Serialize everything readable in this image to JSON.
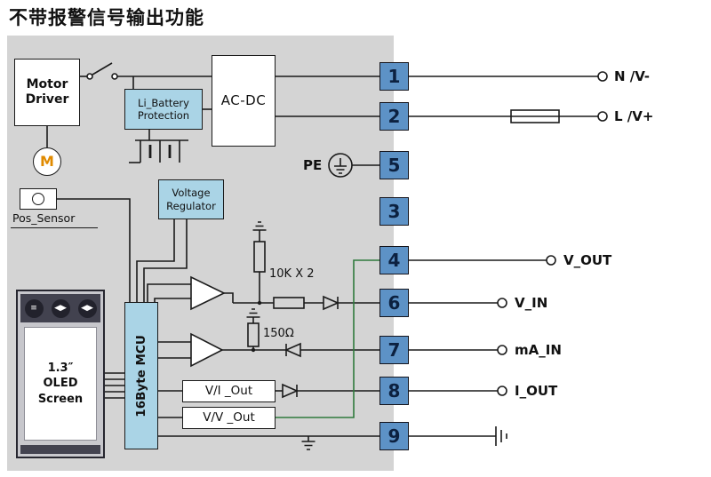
{
  "title": "不带报警信号输出功能",
  "blocks": {
    "motor_driver": "Motor\nDriver",
    "motor_symbol": "M",
    "li_battery": "Li_Battery\nProtection",
    "ac_dc": "AC-DC",
    "voltage_regulator": "Voltage\nRegulator",
    "pos_sensor": "Pos_Sensor",
    "mcu": "16Byte MCU",
    "oled": "1.3″\nOLED\nScreen",
    "vi_out": "V/I _Out",
    "vv_out": "V/V _Out",
    "pe": "PE"
  },
  "oled_buttons": [
    "≡",
    "◀▶",
    "◀▶"
  ],
  "annotations": {
    "r_pullup": "10K X 2",
    "r_shunt": "150Ω"
  },
  "terminals": [
    {
      "num": "1",
      "label": "N /V-"
    },
    {
      "num": "2",
      "label": "L /V+"
    },
    {
      "num": "5",
      "label": ""
    },
    {
      "num": "3",
      "label": ""
    },
    {
      "num": "4",
      "label": "V_OUT"
    },
    {
      "num": "6",
      "label": "V_IN"
    },
    {
      "num": "7",
      "label": "mA_IN"
    },
    {
      "num": "8",
      "label": "I_OUT"
    },
    {
      "num": "9",
      "label": ""
    }
  ],
  "colors": {
    "panel_gray": "#d4d4d4",
    "block_blue": "#aad4e6",
    "terminal_blue": "#5d92c6",
    "wire_green": "#2f7a3d",
    "motor_orange": "#e08a00"
  }
}
